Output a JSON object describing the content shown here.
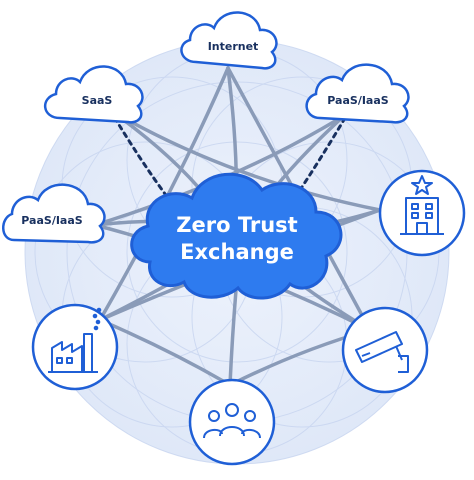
{
  "hub": {
    "line1": "Zero Trust",
    "line2": "Exchange"
  },
  "clouds": {
    "internet": "Internet",
    "saas": "SaaS",
    "paas_right": "PaaS/IaaS",
    "paas_left": "PaaS/IaaS"
  },
  "icons": {
    "branch": "office-building-icon",
    "factory": "factory-icon",
    "camera": "security-camera-icon",
    "users": "users-group-icon"
  },
  "colors": {
    "primary_blue": "#1f5fd6",
    "hub_blue": "#2e7bef",
    "line_gray": "#8a9bb8",
    "dashed_navy": "#18305f",
    "background_circle": "#e6edfa"
  }
}
